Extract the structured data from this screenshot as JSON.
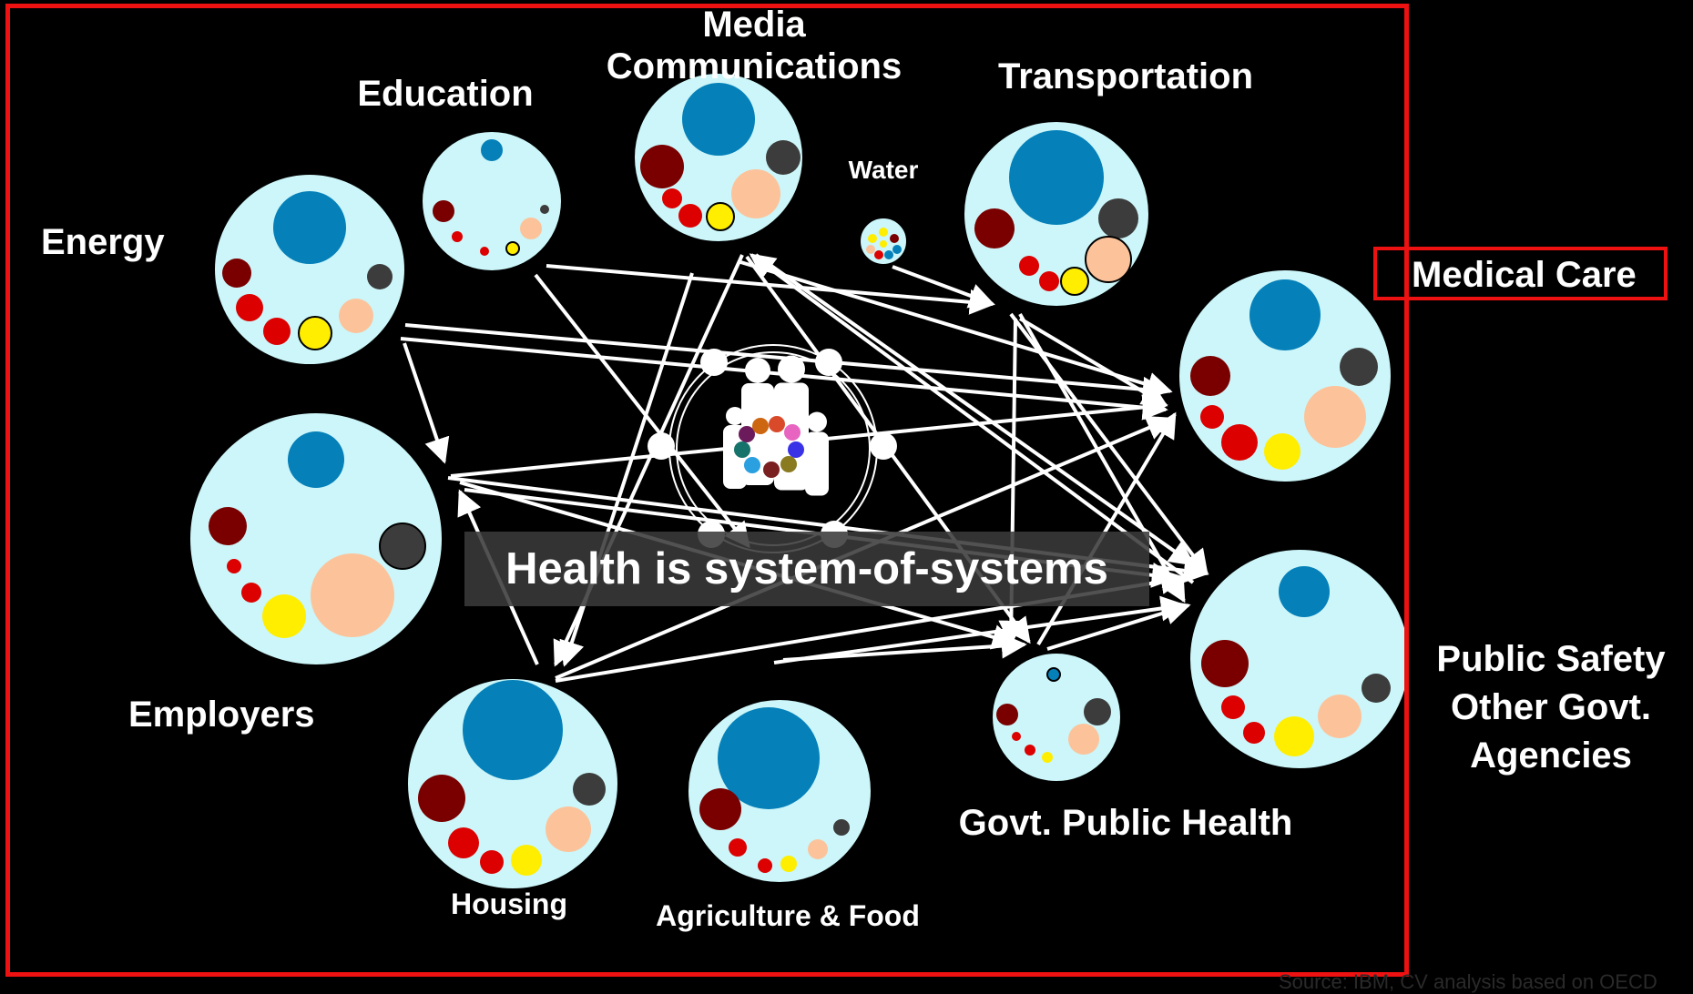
{
  "diagram": {
    "labels": {
      "media": "Media\nCommunications",
      "education": "Education",
      "transportation": "Transportation",
      "water": "Water",
      "energy": "Energy",
      "medical_care": "Medical Care",
      "employers": "Employers",
      "public_safety": "Public Safety\nOther Govt.\nAgencies",
      "govt_public_health": "Govt. Public Health",
      "housing": "Housing",
      "agriculture": "Agriculture & Food"
    },
    "banner": "Health is system-of-systems",
    "source": "Source: IBM, CV analysis based on OECD"
  },
  "colors": {
    "background": "#000000",
    "frame": "#ee1111",
    "node_fill": "#ccf6f9",
    "blue": "#0580b9",
    "dark_red": "#7a0000",
    "red": "#dd0000",
    "yellow": "#ffee00",
    "peach": "#fcc39b",
    "gray": "#3c3c3c",
    "arrows": "#ffffff"
  }
}
